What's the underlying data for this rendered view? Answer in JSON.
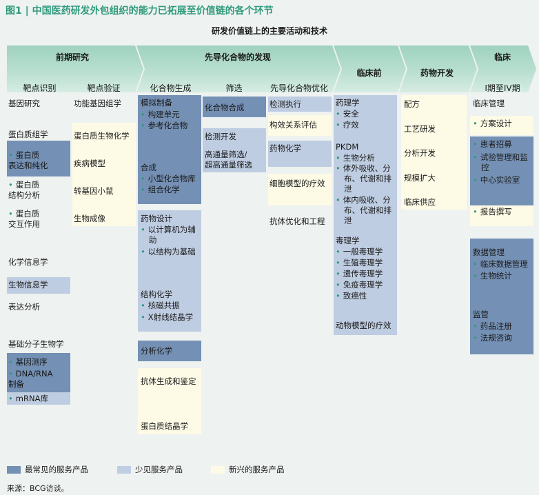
{
  "figure_title": "图1 | 中国医药研发外包组织的能力已拓展至价值链的各个环节",
  "subtitle": "研发价值链上的主要活动和技术",
  "phases": {
    "early": "前期研究",
    "lead": "先导化合物的发现",
    "preclinical": "临床前",
    "drugdev": "药物开发",
    "clinical": "临床"
  },
  "subheaders": {
    "target_id": "靶点识别",
    "target_val": "靶点验证",
    "compound_gen": "化合物生成",
    "screening": "筛选",
    "lead_opt": "先导化合物优化",
    "phase": "I期至IV期"
  },
  "col1": {
    "gene": "基因研究",
    "proteomics": "蛋白质组学",
    "p1": "蛋白质\n表达和纯化",
    "p2": "蛋白质\n结构分析",
    "p3": "蛋白质\n交互作用",
    "chem_info": "化学信息学",
    "bio_info": "生物信息学",
    "expr": "表达分析",
    "genomic": "基础分子生物学",
    "g1": "基因测序",
    "g2": "DNA/RNA\n制备",
    "g3": "mRNA库"
  },
  "col2": {
    "func": "功能基因组学",
    "protbio": "蛋白质生物化学",
    "disease": "疾病模型",
    "mouse": "转基因小鼠",
    "imaging": "生物成像"
  },
  "col3": {
    "modeling": "模拟制备",
    "m1": "构建单元",
    "m2": "参考化合物",
    "synth": "合成",
    "s1": "小型化合物库",
    "s2": "组合化学",
    "design": "药物设计",
    "d1": "以计算机为辅助",
    "d2": "以结构为基础",
    "struct": "结构化学",
    "st1": "核磁共振",
    "st2": "X射线结晶学",
    "analytic": "分析化学",
    "antibody": "抗体生成和鉴定",
    "crystal": "蛋白质结晶学"
  },
  "col4": {
    "compsynth": "化合物合成",
    "assay": "检测开发",
    "hts": "高通量筛选/\n超高通量筛选"
  },
  "col5": {
    "exec": "检测执行",
    "sar": "构效关系评估",
    "medchem": "药物化学",
    "cell": "细胞模型的疗效",
    "abopt": "抗体优化和工程"
  },
  "col6": {
    "pharm": "药理学",
    "ph1": "安全",
    "ph2": "疗效",
    "pkdm": "PKDM",
    "pk1": "生物分析",
    "pk2": "体外吸收、分布、代谢和排泄",
    "pk3": "体内吸收、分布、代谢和排泄",
    "tox": "毒理学",
    "t1": "一般毒理学",
    "t2": "生殖毒理学",
    "t3": "遗传毒理学",
    "t4": "免疫毒理学",
    "t5": "致癌性",
    "animal": "动物模型的疗效"
  },
  "col7": {
    "formulation": "配方",
    "process": "工艺研发",
    "analytical": "分析开发",
    "scaleup": "规模扩大",
    "supply": "临床供应"
  },
  "col8": {
    "mgmt": "临床管理",
    "protocol": "方案设计",
    "recruit": "患者招募",
    "trial": "试验管理和监控",
    "lab": "中心实验室",
    "report": "报告撰写",
    "datamgmt": "数据管理",
    "dm1": "临床数据管理",
    "dm2": "生物统计",
    "reg": "监管",
    "r1": "药品注册",
    "r2": "法规咨询"
  },
  "legend": {
    "common": "最常见的服务产品",
    "few": "少见服务产品",
    "emerging": "新兴的服务产品"
  },
  "source": "来源：BCG访谈。",
  "colors": {
    "band_top": "#a5d5c3",
    "band_bottom": "#cfe9df",
    "common": "#7490b4",
    "few": "#bfcde2",
    "emerging": "#fdfbe6",
    "accent": "#2f9a7c"
  }
}
